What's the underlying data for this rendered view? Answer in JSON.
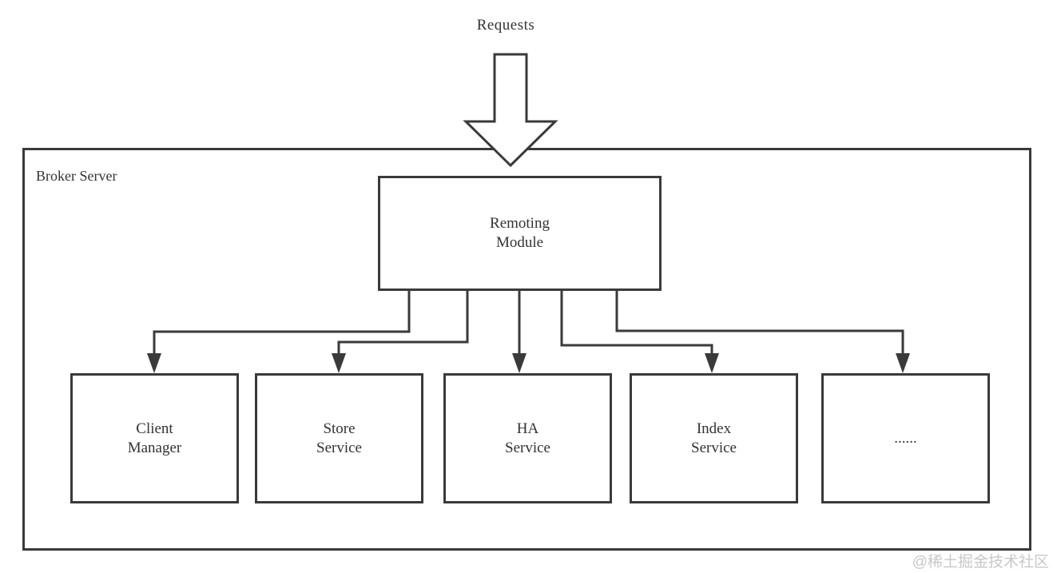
{
  "page": {
    "background": "#ffffff",
    "line_color": "#3a3a3a",
    "text_color": "#333333",
    "watermark_color": "#c8c8c8"
  },
  "diagram": {
    "requests_label": "Requests",
    "broker": {
      "title": "Broker Server"
    },
    "remoting_module": {
      "label": "Remoting\nModule"
    },
    "services": [
      {
        "id": "client-manager",
        "label": "Client\nManager"
      },
      {
        "id": "store-service",
        "label": "Store\nService"
      },
      {
        "id": "ha-service",
        "label": "HA\nService"
      },
      {
        "id": "index-service",
        "label": "Index\nService"
      },
      {
        "id": "more-services",
        "label": "......"
      }
    ],
    "edges": [
      {
        "from": "requests",
        "to": "remoting-module"
      },
      {
        "from": "remoting-module",
        "to": "client-manager"
      },
      {
        "from": "remoting-module",
        "to": "store-service"
      },
      {
        "from": "remoting-module",
        "to": "ha-service"
      },
      {
        "from": "remoting-module",
        "to": "index-service"
      },
      {
        "from": "remoting-module",
        "to": "more-services"
      }
    ]
  },
  "watermark": {
    "text": "@稀土掘金技术社区"
  }
}
